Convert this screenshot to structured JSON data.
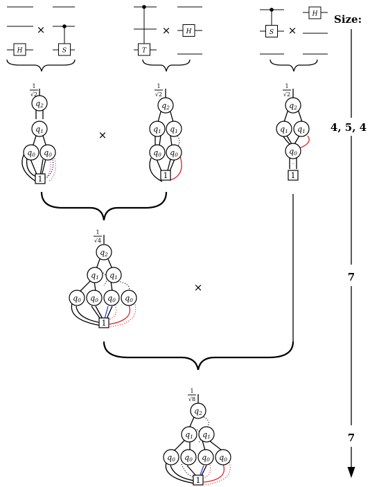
{
  "operator": "×",
  "size_axis": {
    "title": "Size:",
    "values": [
      "4, 5, 4",
      "7",
      "7"
    ]
  },
  "circuits": [
    {
      "gates": [
        "H",
        "S"
      ]
    },
    {
      "gates": [
        "T",
        "H"
      ]
    },
    {
      "gates": [
        "S",
        "H"
      ]
    }
  ],
  "diagrams": [
    {
      "scalar": "1/√2",
      "scalar_num": "1",
      "scalar_den": "√2",
      "nodes": [
        "q2",
        "q1",
        "q0",
        "q0",
        "1"
      ]
    },
    {
      "scalar": "1/√2",
      "scalar_num": "1",
      "scalar_den": "√2",
      "nodes": [
        "q2",
        "q1",
        "q1",
        "q0",
        "q0",
        "1"
      ]
    },
    {
      "scalar": "1/√2",
      "scalar_num": "1",
      "scalar_den": "√2",
      "nodes": [
        "q2",
        "q1",
        "q1",
        "q0",
        "1"
      ]
    },
    {
      "scalar": "1/√4",
      "scalar_num": "1",
      "scalar_den": "√4",
      "nodes": [
        "q2",
        "q1",
        "q1",
        "q0",
        "q0",
        "q0",
        "q0",
        "1"
      ]
    },
    {
      "scalar": "1/√8",
      "scalar_num": "1",
      "scalar_den": "√8",
      "nodes": [
        "q2",
        "q1",
        "q1",
        "q0",
        "q0",
        "q0",
        "q0",
        "1"
      ]
    }
  ],
  "node_text": {
    "q": "q",
    "one": "1"
  }
}
